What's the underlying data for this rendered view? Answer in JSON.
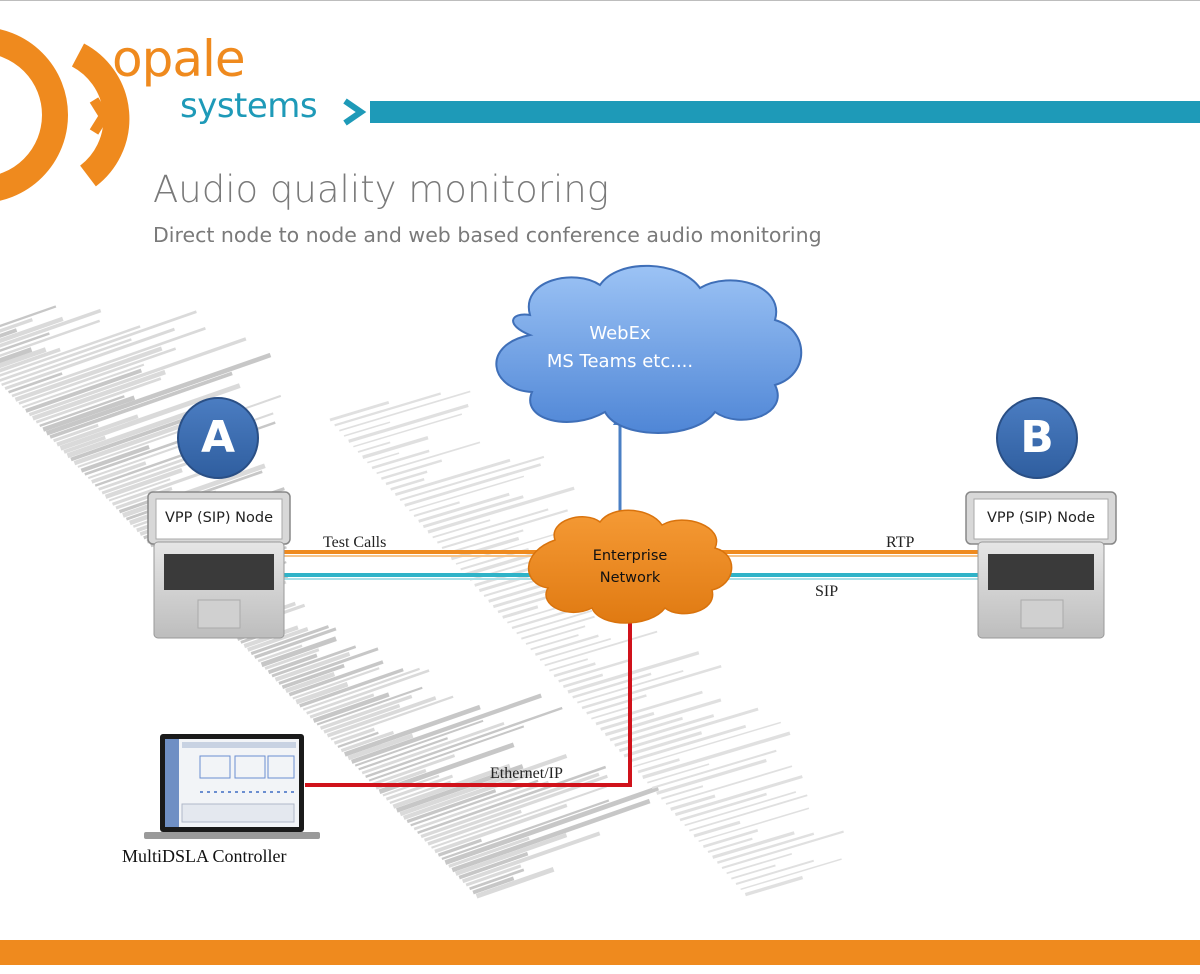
{
  "brand": {
    "word1": "opale",
    "word2": "systems"
  },
  "header": {
    "title": "Audio quality monitoring",
    "subtitle": "Direct node to node and web based conference audio monitoring"
  },
  "colors": {
    "orange": "#ef8a1e",
    "teal": "#1e9ab8",
    "cloud_blue": "#6fa0e6",
    "node_circle": "#3d6fb3",
    "red_link": "#d0121b"
  },
  "diagram": {
    "cloud_top": {
      "line1": "WebEx",
      "line2": "MS Teams etc...."
    },
    "enterprise": {
      "line1": "Enterprise",
      "line2": "Network"
    },
    "node_a": {
      "badge": "A",
      "label": "VPP (SIP) Node"
    },
    "node_b": {
      "badge": "B",
      "label": "VPP (SIP) Node"
    },
    "links": {
      "test_calls": "Test Calls",
      "rtp": "RTP",
      "sip": "SIP",
      "ethernet": "Ethernet/IP"
    },
    "controller": {
      "label": "MultiDSLA Controller"
    }
  }
}
